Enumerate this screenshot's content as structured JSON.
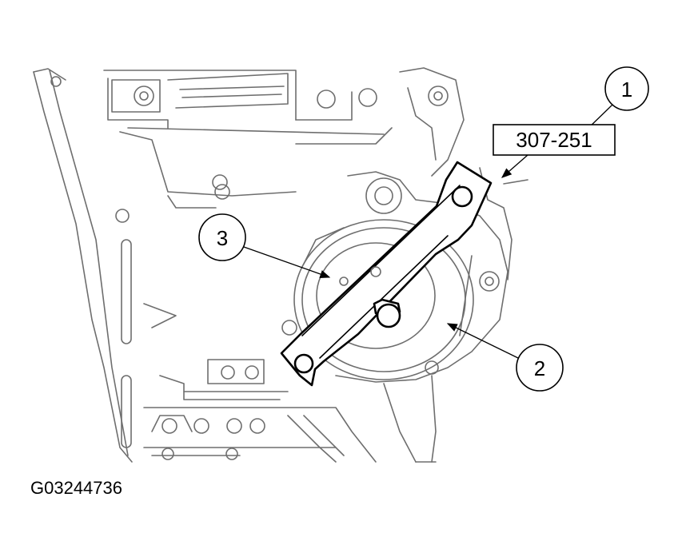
{
  "figure_id": "G03244736",
  "tool_label": "307-251",
  "callouts": [
    {
      "number": "1"
    },
    {
      "number": "2"
    },
    {
      "number": "3"
    }
  ]
}
